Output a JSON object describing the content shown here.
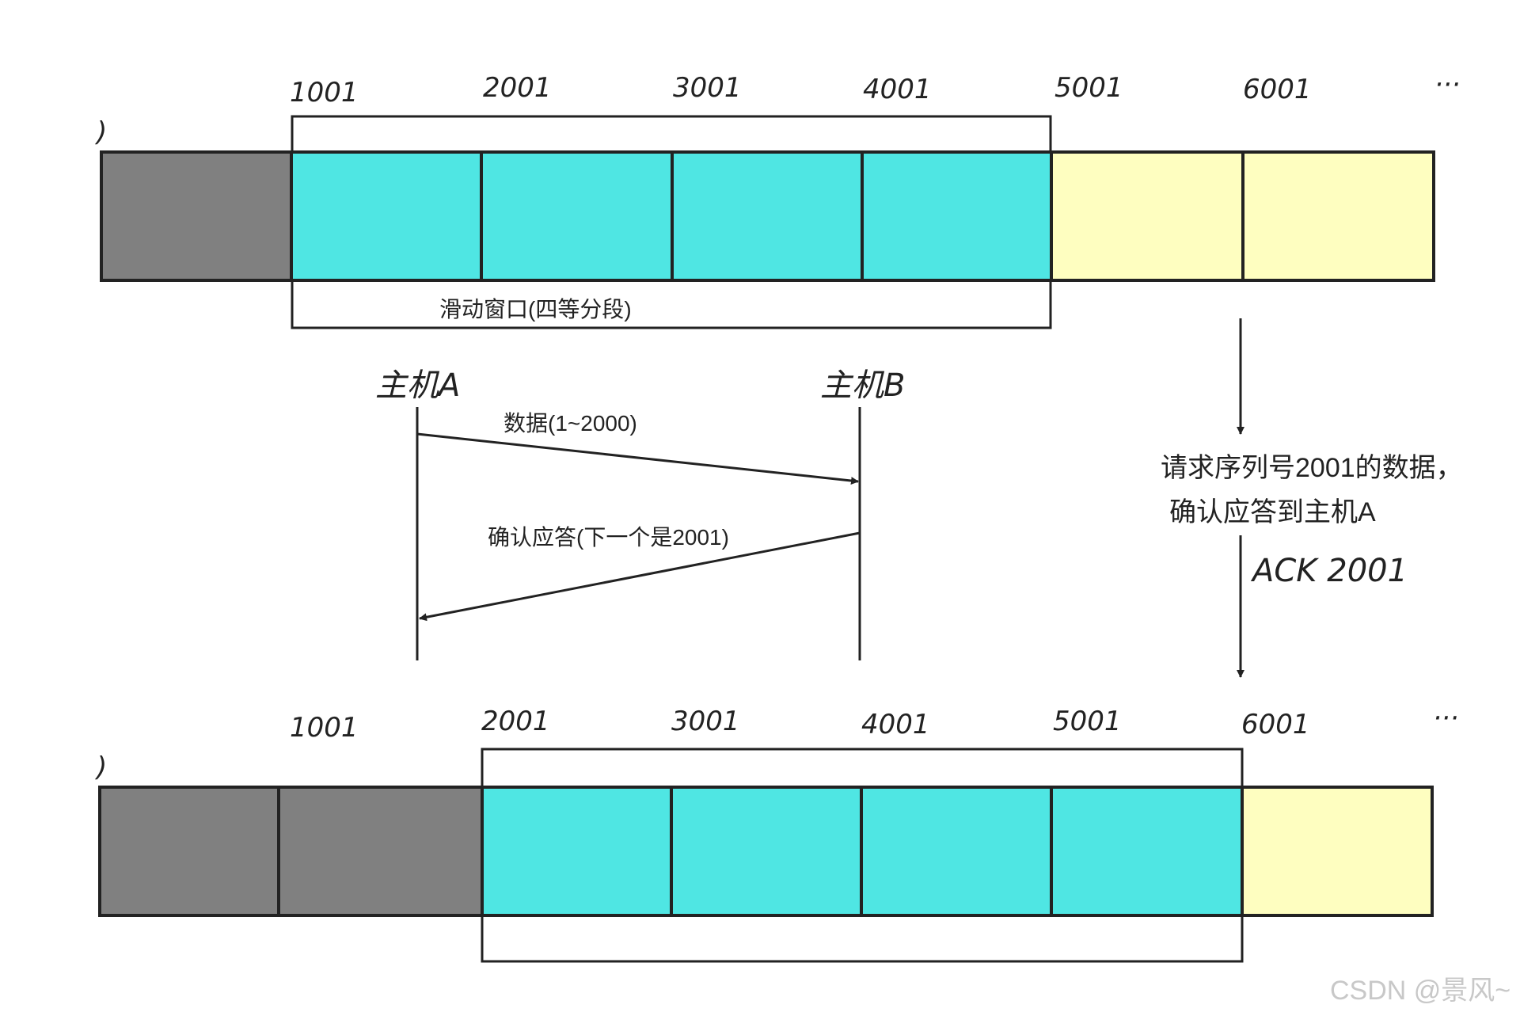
{
  "colors": {
    "acked": "#808080",
    "window": "#4fe6e3",
    "pending": "#fefec0",
    "line": "#222222"
  },
  "top": {
    "leading_mark": ")",
    "ticks": [
      "1001",
      "2001",
      "3001",
      "4001",
      "5001",
      "6001"
    ],
    "ellipsis": "···",
    "window_label": "滑动窗口(四等分段)"
  },
  "bottom": {
    "leading_mark": ")",
    "ticks": [
      "1001",
      "2001",
      "3001",
      "4001",
      "5001",
      "6001"
    ],
    "ellipsis": "···"
  },
  "sequence": {
    "host_a": "主机A",
    "host_b": "主机B",
    "data_msg": "数据(1~2000)",
    "ack_msg": "确认应答(下一个是2001)"
  },
  "side": {
    "line1": "请求序列号2001的数据，",
    "line2": "确认应答到主机A",
    "ack": "ACK 2001"
  },
  "watermark": "CSDN @景风~"
}
